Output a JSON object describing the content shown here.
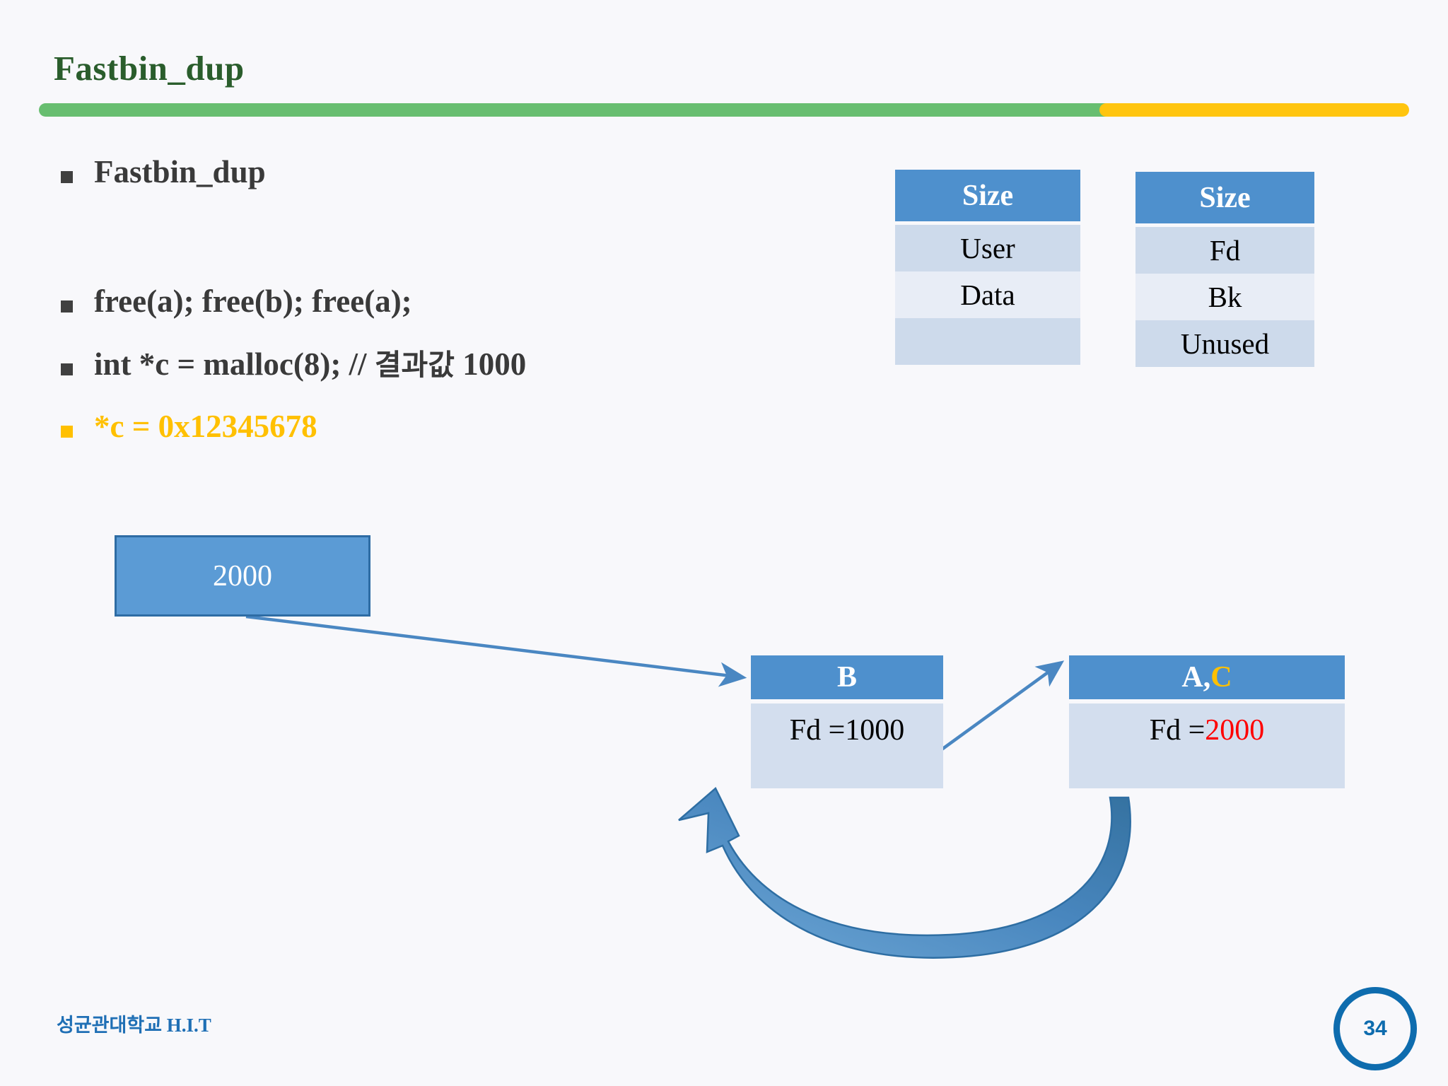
{
  "slide": {
    "title": "Fastbin_dup",
    "divider": {
      "green": "#68BE70",
      "gold": "#FFC50F"
    }
  },
  "bullets": [
    {
      "text": "Fastbin_dup",
      "color": "#3A3A3A"
    },
    {
      "text": "free(a); free(b); free(a);",
      "color": "#3A3A3A"
    },
    {
      "code": "int *c = malloc(8); // ",
      "korean": "결과값",
      "tail": " 1000",
      "color": "#3A3A3A"
    },
    {
      "text": "*c = 0x12345678",
      "color": "#FFC000"
    }
  ],
  "chunk_tables": {
    "left": {
      "header": "Size",
      "rows": [
        "User",
        "Data",
        ""
      ]
    },
    "right": {
      "header": "Size",
      "rows": [
        "Fd",
        "Bk",
        "Unused"
      ]
    }
  },
  "diagram": {
    "pointer_box": {
      "label": "2000"
    },
    "node_b": {
      "header": "B",
      "body_prefix": "Fd = ",
      "body_value": "1000",
      "value_color": "#000000"
    },
    "node_ac": {
      "header_a": "A",
      "header_sep": " , ",
      "header_c": "C",
      "header_c_color": "#FFC000",
      "body_prefix": "Fd = ",
      "body_value": "2000",
      "value_color": "#FF0000"
    },
    "arrow_thin_color": "#4A87C2",
    "arrow_curve_color": "#3A7CB5"
  },
  "footer": {
    "org_kr": "성균관대학교",
    "org_en": " H.I.T",
    "page_number": "34"
  }
}
